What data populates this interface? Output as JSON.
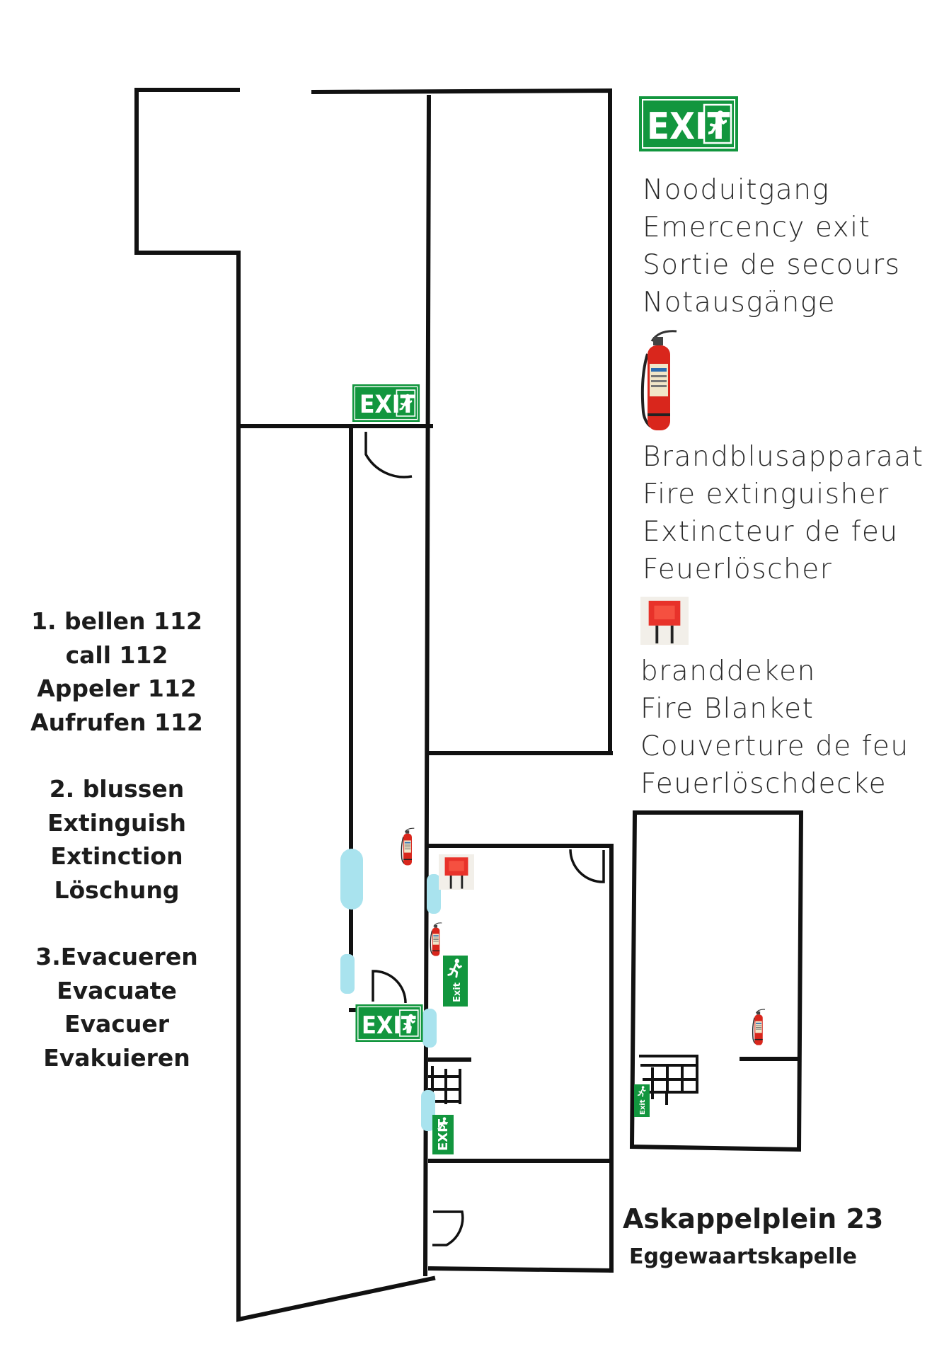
{
  "legend": {
    "exit_sign_text": "EXIT",
    "emergency_exit": [
      "Nooduitgang",
      "Emercency exit",
      "Sortie de secours",
      "Notausgänge"
    ],
    "fire_extinguisher": [
      "Brandblusapparaat",
      "Fire extinguisher",
      "Extincteur de feu",
      "Feuerlöscher"
    ],
    "fire_blanket": [
      "branddeken",
      "Fire Blanket",
      "Couverture de feu",
      "Feuerlöschdecke"
    ]
  },
  "instructions": [
    {
      "lines": [
        "1. bellen 112",
        "call 112",
        "Appeler 112",
        "Aufrufen 112"
      ]
    },
    {
      "lines": [
        "2. blussen",
        "Extinguish",
        "Extinction",
        "Löschung"
      ]
    },
    {
      "lines": [
        "3.Evacueren",
        "Evacuate",
        "Evacuer",
        "Evakuieren"
      ]
    }
  ],
  "address": {
    "street": "Askappelplein 23",
    "town": "Eggewaartskapelle"
  },
  "plan_labels": {
    "exit_sign": "EXIT",
    "small_exit_sign": "Exit"
  },
  "colors": {
    "exit_green": "#12963e",
    "wall": "#111111",
    "window": "#a9e3ee",
    "extinguisher_red": "#d9261c",
    "blanket_red": "#e8322a"
  }
}
